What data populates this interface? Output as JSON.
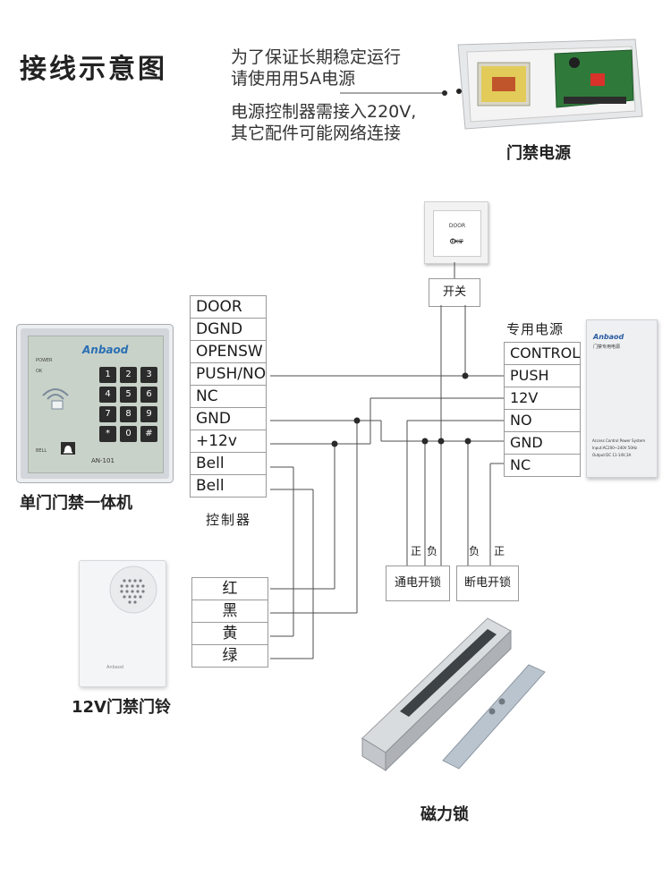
{
  "title": "接线示意图",
  "notes": {
    "line1": "为了保证长期稳定运行",
    "line2": "请使用用5A电源",
    "line3": "电源控制器需接入220V,",
    "line4": "其它配件可能网络连接"
  },
  "power_supply_caption": "门禁电源",
  "exit_button": {
    "line1": "DOOR",
    "line2": "EXIT"
  },
  "switch_label": "开关",
  "keypad": {
    "caption": "单门门禁一体机",
    "brand": "Anbaod",
    "model": "AN-101",
    "power_label": "POWER",
    "ok_label": "OK",
    "bell_label": "BELL",
    "keys": [
      "1",
      "2",
      "3",
      "4",
      "5",
      "6",
      "7",
      "8",
      "9",
      "*",
      "0",
      "#"
    ]
  },
  "controller": {
    "caption": "控制器",
    "terminals": [
      "DOOR",
      "DGND",
      "OPENSW",
      "PUSH/NO",
      "NC",
      "GND",
      "+12v",
      "Bell",
      "Bell"
    ]
  },
  "dedicated_power": {
    "caption": "专用电源",
    "terminals": [
      "CONTROL",
      "PUSH",
      "12V",
      "NO",
      "GND",
      "NC"
    ],
    "device_brand": "Anbaod",
    "device_subtitle": "门禁专用电源",
    "device_spec1": "Access Control Power System",
    "device_spec2": "Input:AC200~240V 50Hz",
    "device_spec3": "Output:DC 11-14V,3A"
  },
  "locks": {
    "fail_secure": {
      "label": "通电开锁",
      "pos": "正",
      "neg": "负"
    },
    "fail_safe": {
      "label": "断电开锁",
      "neg": "负",
      "pos": "正"
    }
  },
  "bell": {
    "caption": "12V门禁门铃",
    "wires": [
      "红",
      "黑",
      "黄",
      "绿"
    ]
  },
  "maglock_caption": "磁力锁",
  "colors": {
    "line": "#4d4d4d",
    "table_border": "#9a9a9a",
    "brand_blue": "#2a6fb3",
    "pcb_green": "#2f7a3a"
  }
}
